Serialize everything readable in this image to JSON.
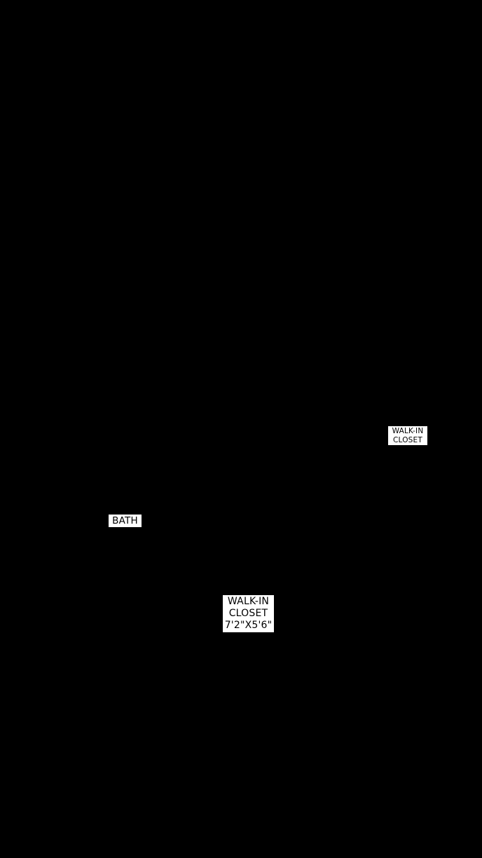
{
  "floorplan": {
    "background_color": "#000000",
    "label_background_color": "#ffffff",
    "label_text_color": "#000000",
    "rooms": {
      "walk_in_closet_small": {
        "name_line1": "WALK-IN",
        "name_line2": "CLOSET"
      },
      "bath": {
        "name": "BATH"
      },
      "walk_in_closet_main": {
        "name_line1": "WALK-IN",
        "name_line2": "CLOSET",
        "dimensions": "7'2\"X5'6\""
      }
    }
  }
}
